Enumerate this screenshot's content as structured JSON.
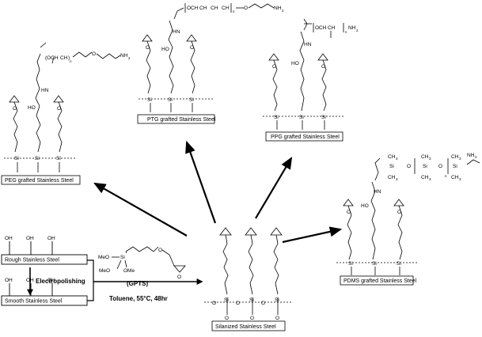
{
  "boxes": {
    "rough": "Rough Stainless Steel",
    "smooth": "Smooth Stainless Steel",
    "silanized": "Silanized Stainless Steel",
    "peg": "PEG grafted Stainless Steel",
    "ptg": "PTG grafted Stainless Steel",
    "ppg": "PPG grafted Stainless Steel",
    "pdms": "PDMS grafted Stainless Steel"
  },
  "steps": {
    "electropolishing": "Electropolishing",
    "reagent": "(GPTS)",
    "conditions": "Toluene, 55°C, 48hr"
  },
  "atoms": {
    "oh": "OH",
    "meo": "MeO",
    "ome": "OMe",
    "si": "Si",
    "o": "O",
    "ho": "HO",
    "hn": "HN",
    "nh2": "NH",
    "two": "2",
    "n": "n",
    "ch3": "CH",
    "three": "3"
  },
  "polymers": {
    "peg": "(OCH",
    "peg2": "CH",
    "peg3": ")",
    "ptg": "OCH",
    "ptg2": "CH",
    "ptg3": "CH",
    "ptg4": "CH",
    "ppg": "OCH",
    "ppg2": "CH",
    "pdms_si": "Si"
  }
}
